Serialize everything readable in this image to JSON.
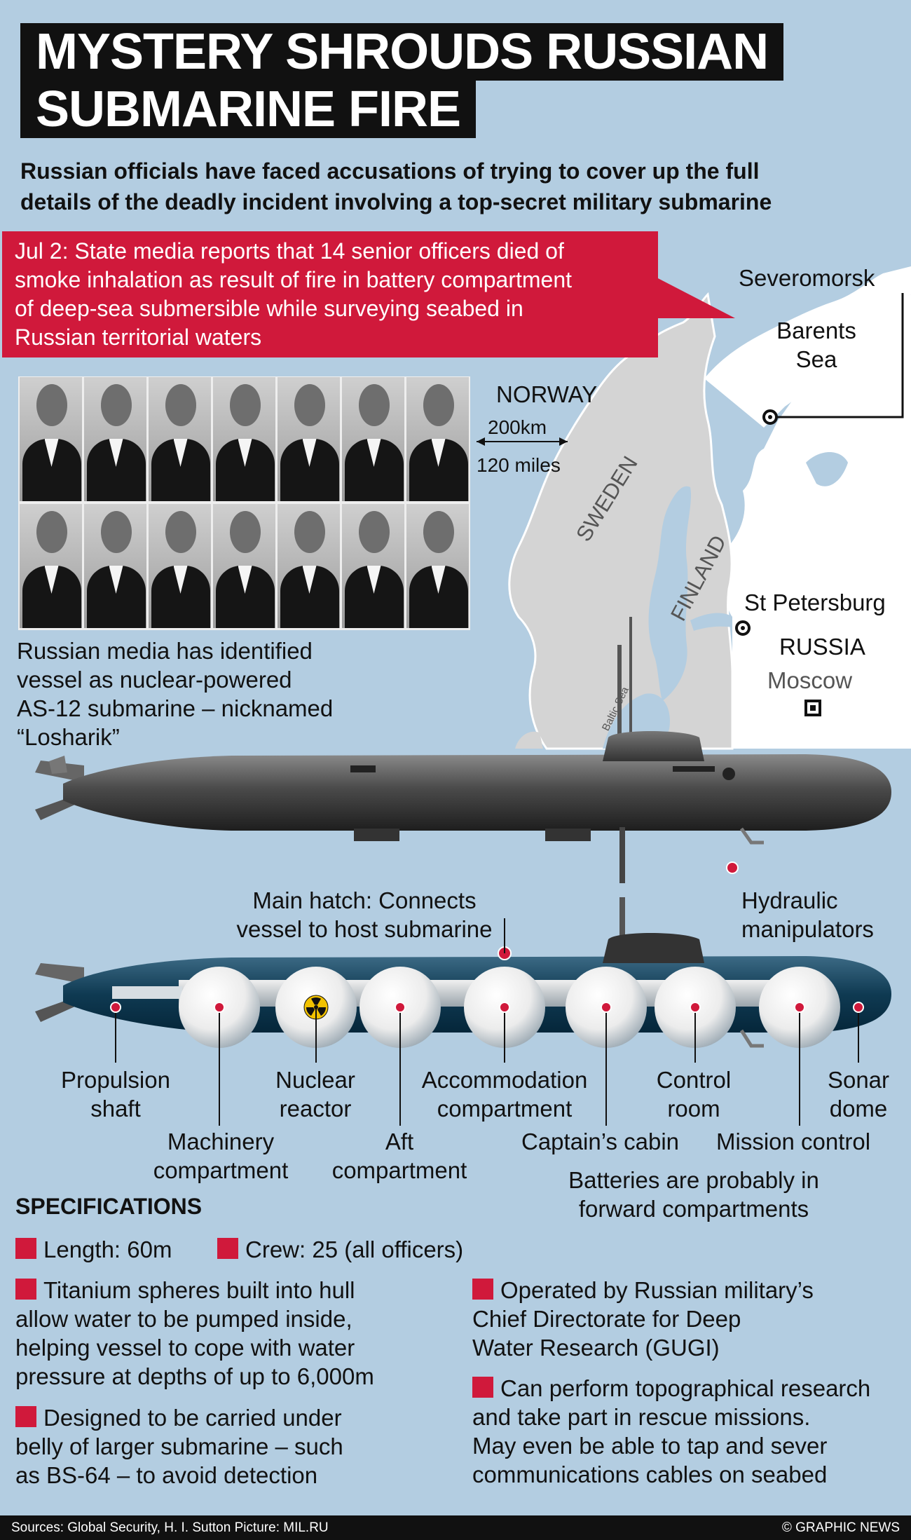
{
  "headline": {
    "line1": "MYSTERY SHROUDS RUSSIAN",
    "line2": "SUBMARINE FIRE"
  },
  "standfirst": {
    "line1": "Russian officials have faced accusations of trying to cover up the full",
    "line2": "details of the deadly incident involving a top-secret military submarine"
  },
  "callout": {
    "line1": "Jul 2: State media reports that 14 senior officers died of",
    "line2": "smoke inhalation as result of fire in battery compartment",
    "line3": "of deep-sea submersible while surveying seabed in",
    "line4": "Russian territorial waters"
  },
  "officers_photo_count": 14,
  "map": {
    "severomorsk": "Severomorsk",
    "barents_line1": "Barents",
    "barents_line2": "Sea",
    "norway": "NORWAY",
    "scale_km": "200km",
    "scale_miles": "120 miles",
    "sweden": "SWEDEN",
    "finland": "FINLAND",
    "st_petersburg": "St Petersburg",
    "russia": "RUSSIA",
    "moscow": "Moscow",
    "baltic_sea": "Baltic Sea"
  },
  "vessel_note": {
    "line1": "Russian media has identified",
    "line2": "vessel as nuclear-powered",
    "line3": "AS-12 submarine – nicknamed",
    "line4": "“Losharik”"
  },
  "labels": {
    "main_hatch_line1": "Main hatch: Connects",
    "main_hatch_line2": "vessel to host submarine",
    "hydraulic_line1": "Hydraulic",
    "hydraulic_line2": "manipulators",
    "propulsion_line1": "Propulsion",
    "propulsion_line2": "shaft",
    "nuclear_line1": "Nuclear",
    "nuclear_line2": "reactor",
    "accommodation_line1": "Accommodation",
    "accommodation_line2": "compartment",
    "control_line1": "Control",
    "control_line2": "room",
    "sonar_line1": "Sonar",
    "sonar_line2": "dome",
    "machinery_line1": "Machinery",
    "machinery_line2": "compartment",
    "aft_line1": "Aft",
    "aft_line2": "compartment",
    "captains_cabin": "Captain’s cabin",
    "mission_control": "Mission control",
    "batteries_line1": "Batteries are probably in",
    "batteries_line2": "forward compartments"
  },
  "specs": {
    "heading": "SPECIFICATIONS",
    "length": "Length: 60m",
    "crew": "Crew: 25 (all officers)",
    "titanium_line1": "Titanium spheres built into hull",
    "titanium_line2": "allow water to be pumped inside,",
    "titanium_line3": "helping vessel to cope with water",
    "titanium_line4": "pressure at depths of up to 6,000m",
    "designed_line1": "Designed to be carried under",
    "designed_line2": "belly of larger submarine – such",
    "designed_line3": "as BS-64 – to avoid detection",
    "operated_line1": "Operated by Russian military’s",
    "operated_line2": "Chief Directorate for Deep",
    "operated_line3": "Water Research (GUGI)",
    "perform_line1": "Can perform topographical research",
    "perform_line2": "and take part in rescue missions.",
    "perform_line3": "May even be able to tap and sever",
    "perform_line4": "communications cables on seabed"
  },
  "footer": {
    "sources": "Sources: Global Security, H. I. Sutton  Picture: MIL.RU",
    "credit": "© GRAPHIC NEWS"
  },
  "colors": {
    "background": "#b3cde1",
    "accent_red": "#d0193b",
    "land": "#d4d4d4",
    "russia_land": "#ffffff"
  }
}
